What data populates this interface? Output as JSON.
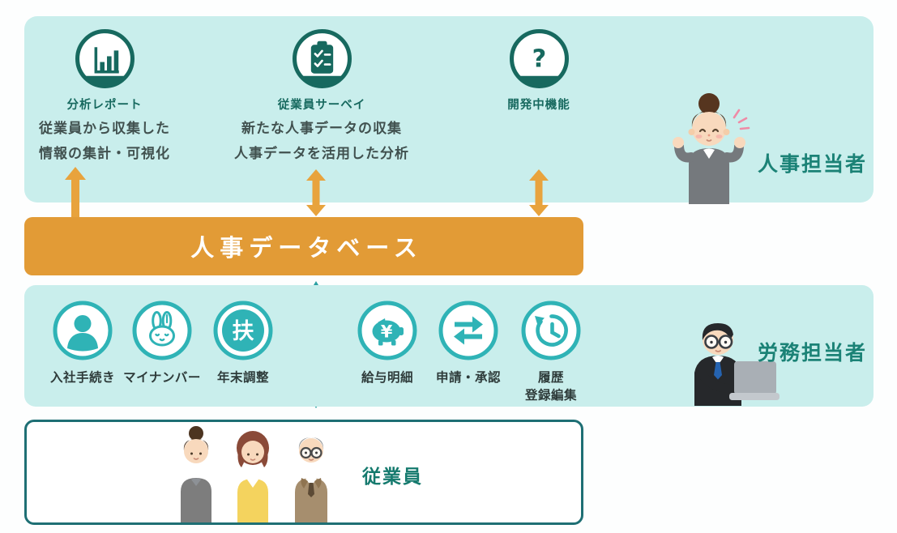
{
  "colors": {
    "panel_bg": "#c9eeec",
    "icon_dark_teal": "#17695f",
    "icon_bright_teal": "#2fb3b6",
    "big_arrow_teal": "#2ba0a3",
    "database_orange": "#e29b36",
    "persona_text_teal": "#1b8276",
    "body_text": "#41514f",
    "employee_border": "#1e6f74"
  },
  "hr_panel": {
    "features": [
      {
        "icon": "bar-chart-icon",
        "label": "分析レポート",
        "line1": "従業員から収集した",
        "line2": "情報の集計・可視化"
      },
      {
        "icon": "survey-clipboard-icon",
        "label": "従業員サーベイ",
        "line1": "新たな人事データの収集",
        "line2": "人事データを活用した分析"
      },
      {
        "icon": "question-mark-icon",
        "label": "開発中機能",
        "line1": "",
        "line2": ""
      }
    ],
    "persona_label": "人事担当者"
  },
  "database_bar": {
    "title": "人事データベース"
  },
  "labor_panel": {
    "features": [
      {
        "icon": "person-icon",
        "label": "入社手続き"
      },
      {
        "icon": "rabbit-icon",
        "label": "マイナンバー"
      },
      {
        "icon": "dependent-kanji-icon",
        "label": "年末調整",
        "glyph": "扶"
      },
      {
        "icon": "piggy-bank-icon",
        "label": "給与明細",
        "glyph": "¥"
      },
      {
        "icon": "exchange-arrows-icon",
        "label": "申請・承認"
      },
      {
        "icon": "history-clock-icon",
        "label_line1": "履歴",
        "label_line2": "登録編集"
      }
    ],
    "persona_label": "労務担当者"
  },
  "employee_box": {
    "label": "従業員"
  }
}
